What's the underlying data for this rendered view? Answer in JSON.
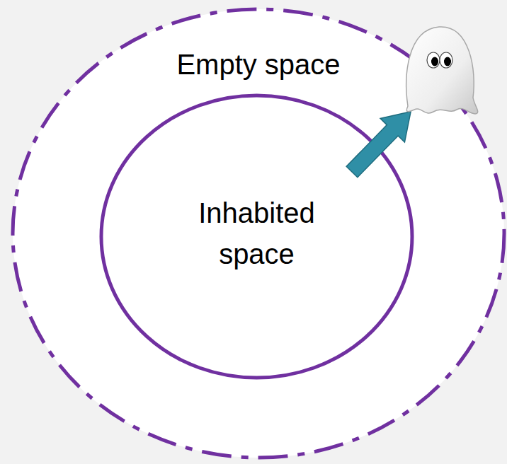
{
  "diagram": {
    "nodes": [
      {
        "text": [
          "Empty space"
        ]
      },
      {
        "text": [
          "Inhabited space"
        ],
        "in": 0
      }
    ]
  }
}
